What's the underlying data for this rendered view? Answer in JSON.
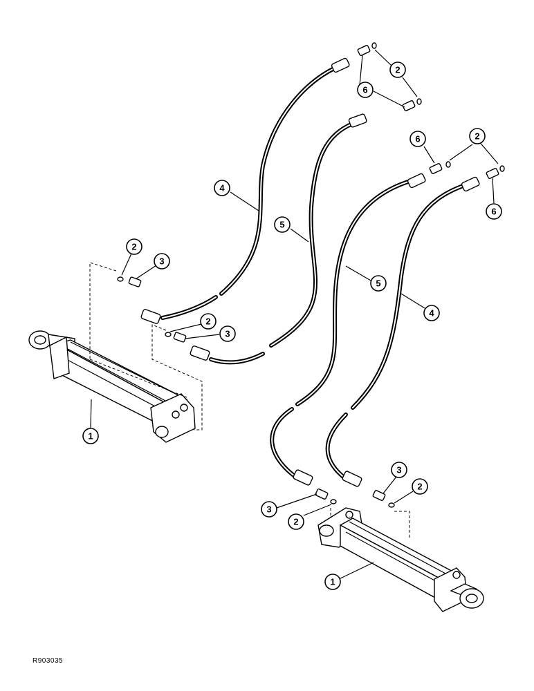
{
  "figure_id": "R903035",
  "callouts": {
    "c2a": "2",
    "c6a": "6",
    "c6b": "6",
    "c2b": "2",
    "c6c": "6",
    "c4a": "4",
    "c5a": "5",
    "c5b": "5",
    "c4b": "4",
    "c2c": "2",
    "c3a": "3",
    "c2d": "2",
    "c3b": "3",
    "c1a": "1",
    "c3c": "3",
    "c2e": "2",
    "c3d": "3",
    "c2f": "2",
    "c1b": "1"
  }
}
